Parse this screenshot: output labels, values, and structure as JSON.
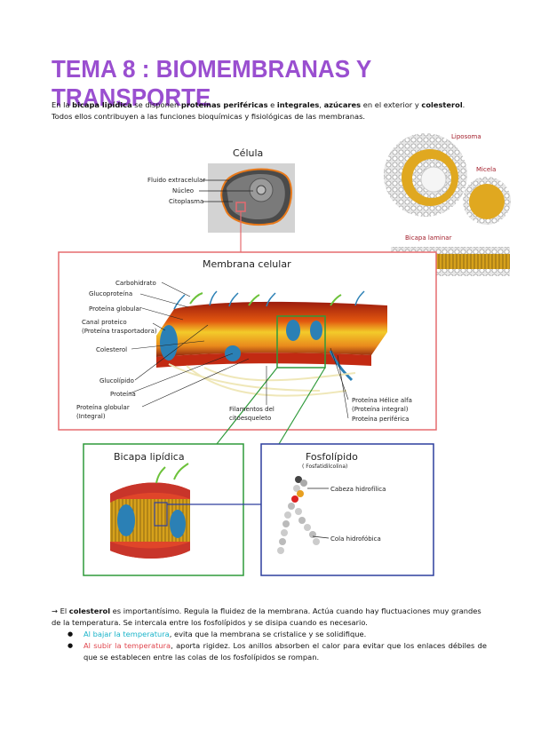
{
  "title": "TEMA 8 : BIOMEMBRANAS Y TRANSPORTE",
  "intro": {
    "p1_a": "En la ",
    "p1_b": "bicapa lipídica",
    "p1_c": " se disponen ",
    "p1_d": "proteínas periféricas",
    "p1_e": " e ",
    "p1_f": "integrales",
    "p1_g": ", ",
    "p1_h": "azúcares",
    "p1_i": " en el exterior y ",
    "p1_j": "colesterol",
    "p1_k": ".",
    "p2": "Todos ellos contribuyen a las funciones bioquímicas y fisiológicas de las membranas."
  },
  "figure": {
    "cell": {
      "title": "Célula",
      "labels": [
        "Fluido extracelular",
        "Núcleo",
        "Citoplasma"
      ]
    },
    "liposome": {
      "labels": [
        "Liposoma",
        "Micela",
        "Bicapa laminar"
      ]
    },
    "membrane": {
      "title": "Membrana celular",
      "left_labels": [
        "Carbohidrato",
        "Glucoproteína",
        "Proteína globular",
        "Canal proteico",
        "(Proteína trasportadora)",
        "Colesterol",
        "Glucolípido",
        "Proteína",
        "Proteína globular",
        "(Integral)"
      ],
      "bottom_label_1": "Filamentos del",
      "bottom_label_2": "citoesqueleto",
      "right_labels": [
        "Proteína Hélice alfa",
        "(Proteína integral)",
        "Proteína periférica"
      ]
    },
    "bilayer": {
      "title": "Bicapa lipídica"
    },
    "phospholipid": {
      "title": "Fosfolípido",
      "subtitle": "( Fosfatidilcolina)",
      "head": "Cabeza hidrofílica",
      "tail": "Cola hidrofóbica"
    }
  },
  "bottom": {
    "arrow": "→",
    "s1": " El ",
    "s2": "colesterol",
    "s3": " es importantísimo. Regula la fluidez de la membrana. Actúa cuando hay fluctuaciones muy grandes de la temperatura. Se intercala entre los fosfolípidos y se disipa cuando es necesario.",
    "bullet1_color": "Al bajar la temperatura",
    "bullet1_rest": ", evita que la membrana se cristalice y se solidifique.",
    "bullet2_color": "Al subir la temperatura",
    "bullet2_rest": ", aporta rigidez. Los anillos absorben el calor para evitar que los enlaces débiles de que se establecen entre las colas de los fosfolípidos se rompan."
  },
  "colors": {
    "title": "#9a4fd0",
    "cyan": "#19b3c9",
    "red": "#e0464e",
    "frame_red": "#e56b6f",
    "frame_green": "#2e9a3a",
    "frame_blue": "#2d3f9e"
  }
}
